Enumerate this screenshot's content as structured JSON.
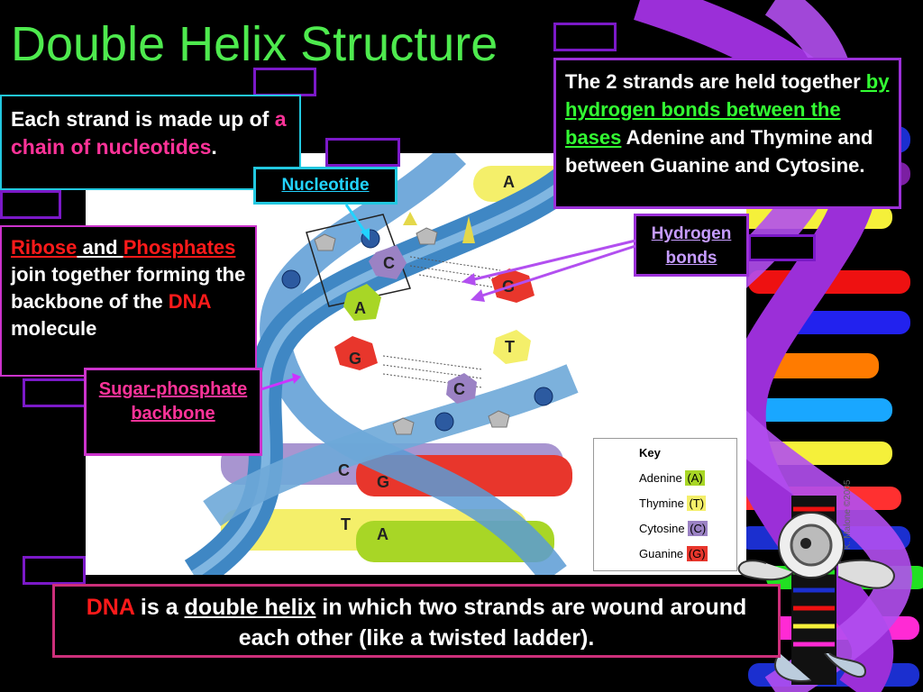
{
  "title": "Double Helix Structure",
  "strand_box": {
    "part1": "Each strand is made up of ",
    "highlight": "a chain of nucleotides",
    "part2": "."
  },
  "nucleotide_label": "Nucleotide",
  "backbone_box": {
    "ribose": "Ribose",
    "and": " and ",
    "phosphates": "Phosphates",
    "rest": " join together forming the backbone of the ",
    "dna": "DNA",
    "end": " molecule"
  },
  "sugar_label": "Sugar-phosphate backbone",
  "bonds_box": {
    "part1": "The 2 strands are held together",
    "highlight": " by hydrogen bonds between the bases",
    "rest": " Adenine and Thymine and between Guanine and Cytosine."
  },
  "hydrogen_label": "Hydrogen bonds",
  "bottom_box": {
    "dna": "DNA",
    "part1": " is a ",
    "helix": "double helix",
    "rest": " in which two strands are wound around each other (like a twisted ladder)."
  },
  "key": {
    "title": "Key",
    "items": [
      {
        "label": "Adenine",
        "code": "(A)",
        "color": "#a8d626"
      },
      {
        "label": "Thymine",
        "code": "(T)",
        "color": "#f4ef6a"
      },
      {
        "label": "Cytosine",
        "code": "(C)",
        "color": "#9b82c4"
      },
      {
        "label": "Guanine",
        "code": "(G)",
        "color": "#e8362c"
      }
    ]
  },
  "bases": {
    "A": "A",
    "C": "C",
    "G": "G",
    "T": "T"
  },
  "watermark": "K. Malone ©2005",
  "colors": {
    "title": "#4eea4e",
    "pink": "#ff3399",
    "red": "#ff1a1a",
    "green": "#33ff33",
    "purple_border": "#7b19c8",
    "magenta_border": "#cc33cc",
    "cyan_border": "#22c8e0"
  }
}
